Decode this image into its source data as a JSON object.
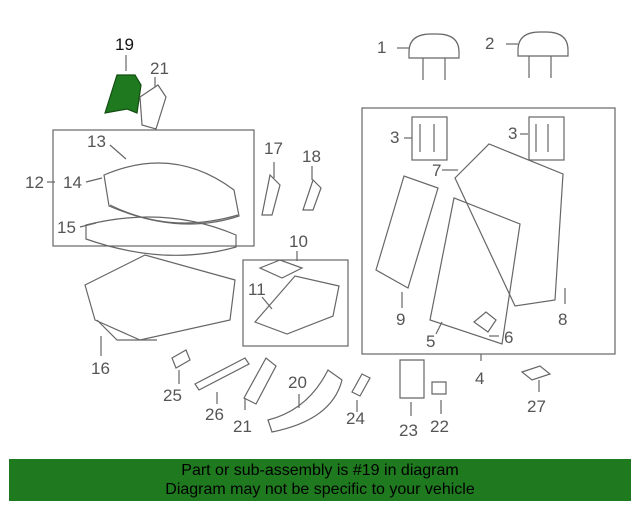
{
  "callouts": {
    "c1": "1",
    "c2": "2",
    "c3a": "3",
    "c3b": "3",
    "c4": "4",
    "c5": "5",
    "c6": "6",
    "c7": "7",
    "c8": "8",
    "c9": "9",
    "c10": "10",
    "c11": "11",
    "c12": "12",
    "c13": "13",
    "c14": "14",
    "c15": "15",
    "c16": "16",
    "c17": "17",
    "c18": "18",
    "c19": "19",
    "c20": "20",
    "c21a": "21",
    "c21b": "21",
    "c22": "22",
    "c23": "23",
    "c24": "24",
    "c25": "25",
    "c26": "26",
    "c27": "27"
  },
  "banner": {
    "line1": "Part or sub-assembly is #19 in diagram",
    "line2": "Diagram may not be specific to your vehicle"
  },
  "colors": {
    "highlight_part": "#1f7a1f",
    "banner_bg": "#1f7a1f",
    "line": "#666666"
  }
}
